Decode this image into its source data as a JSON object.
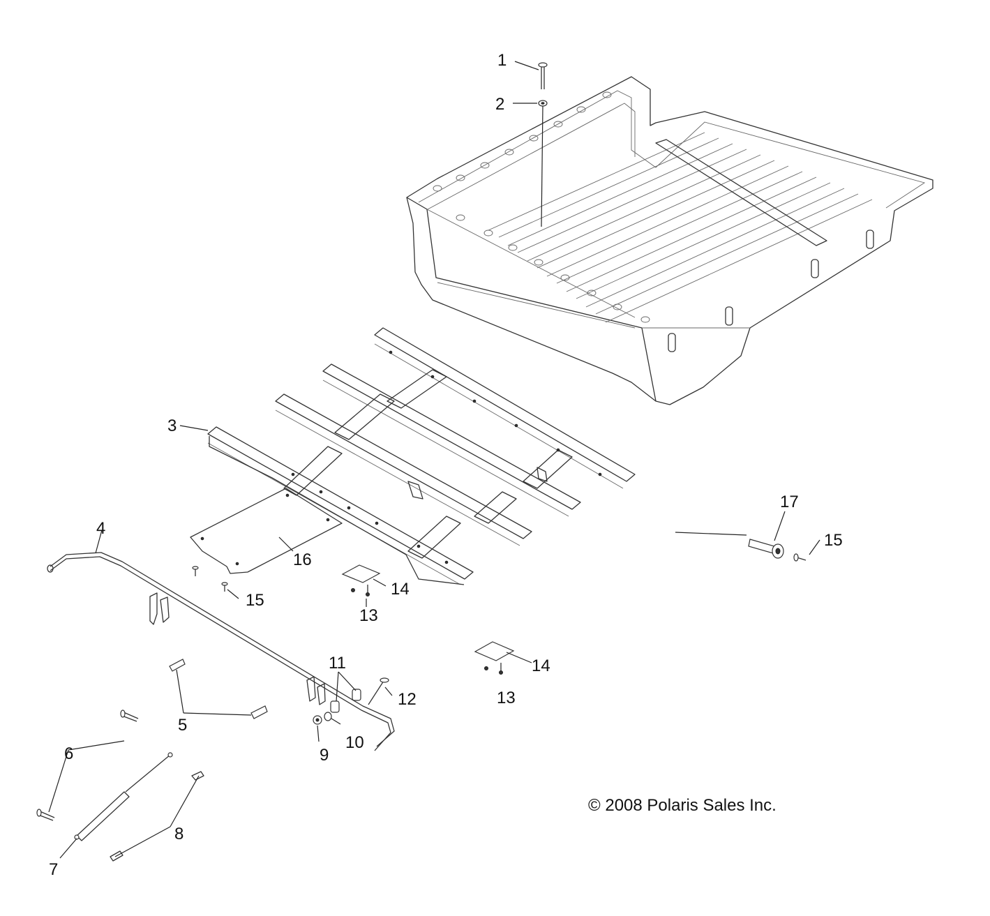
{
  "callouts": [
    {
      "id": "1",
      "text": "1"
    },
    {
      "id": "2",
      "text": "2"
    },
    {
      "id": "3",
      "text": "3"
    },
    {
      "id": "4",
      "text": "4"
    },
    {
      "id": "5",
      "text": "5"
    },
    {
      "id": "6",
      "text": "6"
    },
    {
      "id": "7",
      "text": "7"
    },
    {
      "id": "8",
      "text": "8"
    },
    {
      "id": "9",
      "text": "9"
    },
    {
      "id": "10",
      "text": "10"
    },
    {
      "id": "11",
      "text": "11"
    },
    {
      "id": "12",
      "text": "12"
    },
    {
      "id": "13a",
      "text": "13"
    },
    {
      "id": "13b",
      "text": "13"
    },
    {
      "id": "14a",
      "text": "14"
    },
    {
      "id": "14b",
      "text": "14"
    },
    {
      "id": "15a",
      "text": "15"
    },
    {
      "id": "15b",
      "text": "15"
    },
    {
      "id": "16",
      "text": "16"
    },
    {
      "id": "17",
      "text": "17"
    }
  ],
  "copyright": "© 2008 Polaris Sales Inc."
}
